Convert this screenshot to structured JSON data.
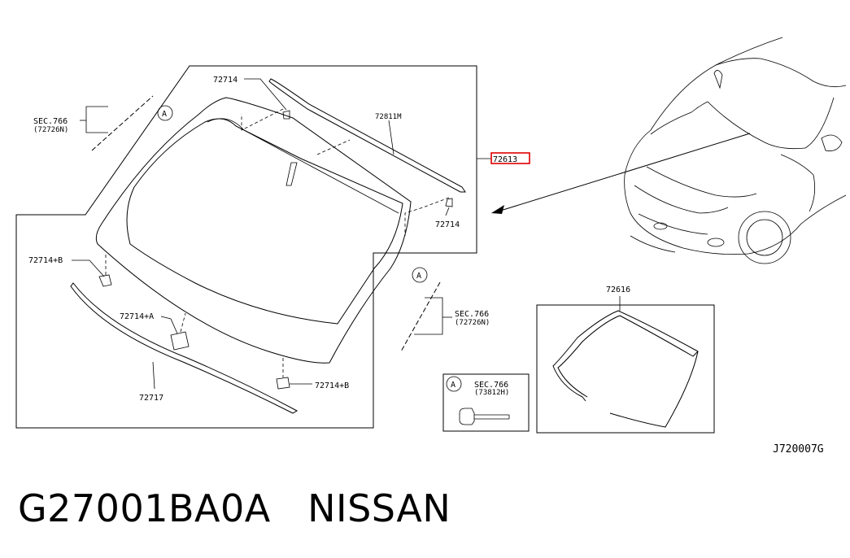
{
  "diagram": {
    "labels": {
      "p72714_top": "72714",
      "p72811m": "72811M",
      "p72613": "72613",
      "p72714_right": "72714",
      "p72714b_left": "72714+B",
      "p72714a": "72714+A",
      "p72717": "72717",
      "p72714b_bottom": "72714+B",
      "sec766_left_line1": "SEC.766",
      "sec766_left_line2": "(72726N)",
      "sec766_mid_line1": "SEC.766",
      "sec766_mid_line2": "(72726N)",
      "sec766_box_line1": "SEC.766",
      "sec766_box_line2": "(73812H)",
      "p72616": "72616",
      "callout_a": "A",
      "drawing_code": "J720007G"
    },
    "highlight_color": "#e00000"
  },
  "footer": {
    "part_number": "G27001BA0A",
    "brand": "NISSAN"
  }
}
